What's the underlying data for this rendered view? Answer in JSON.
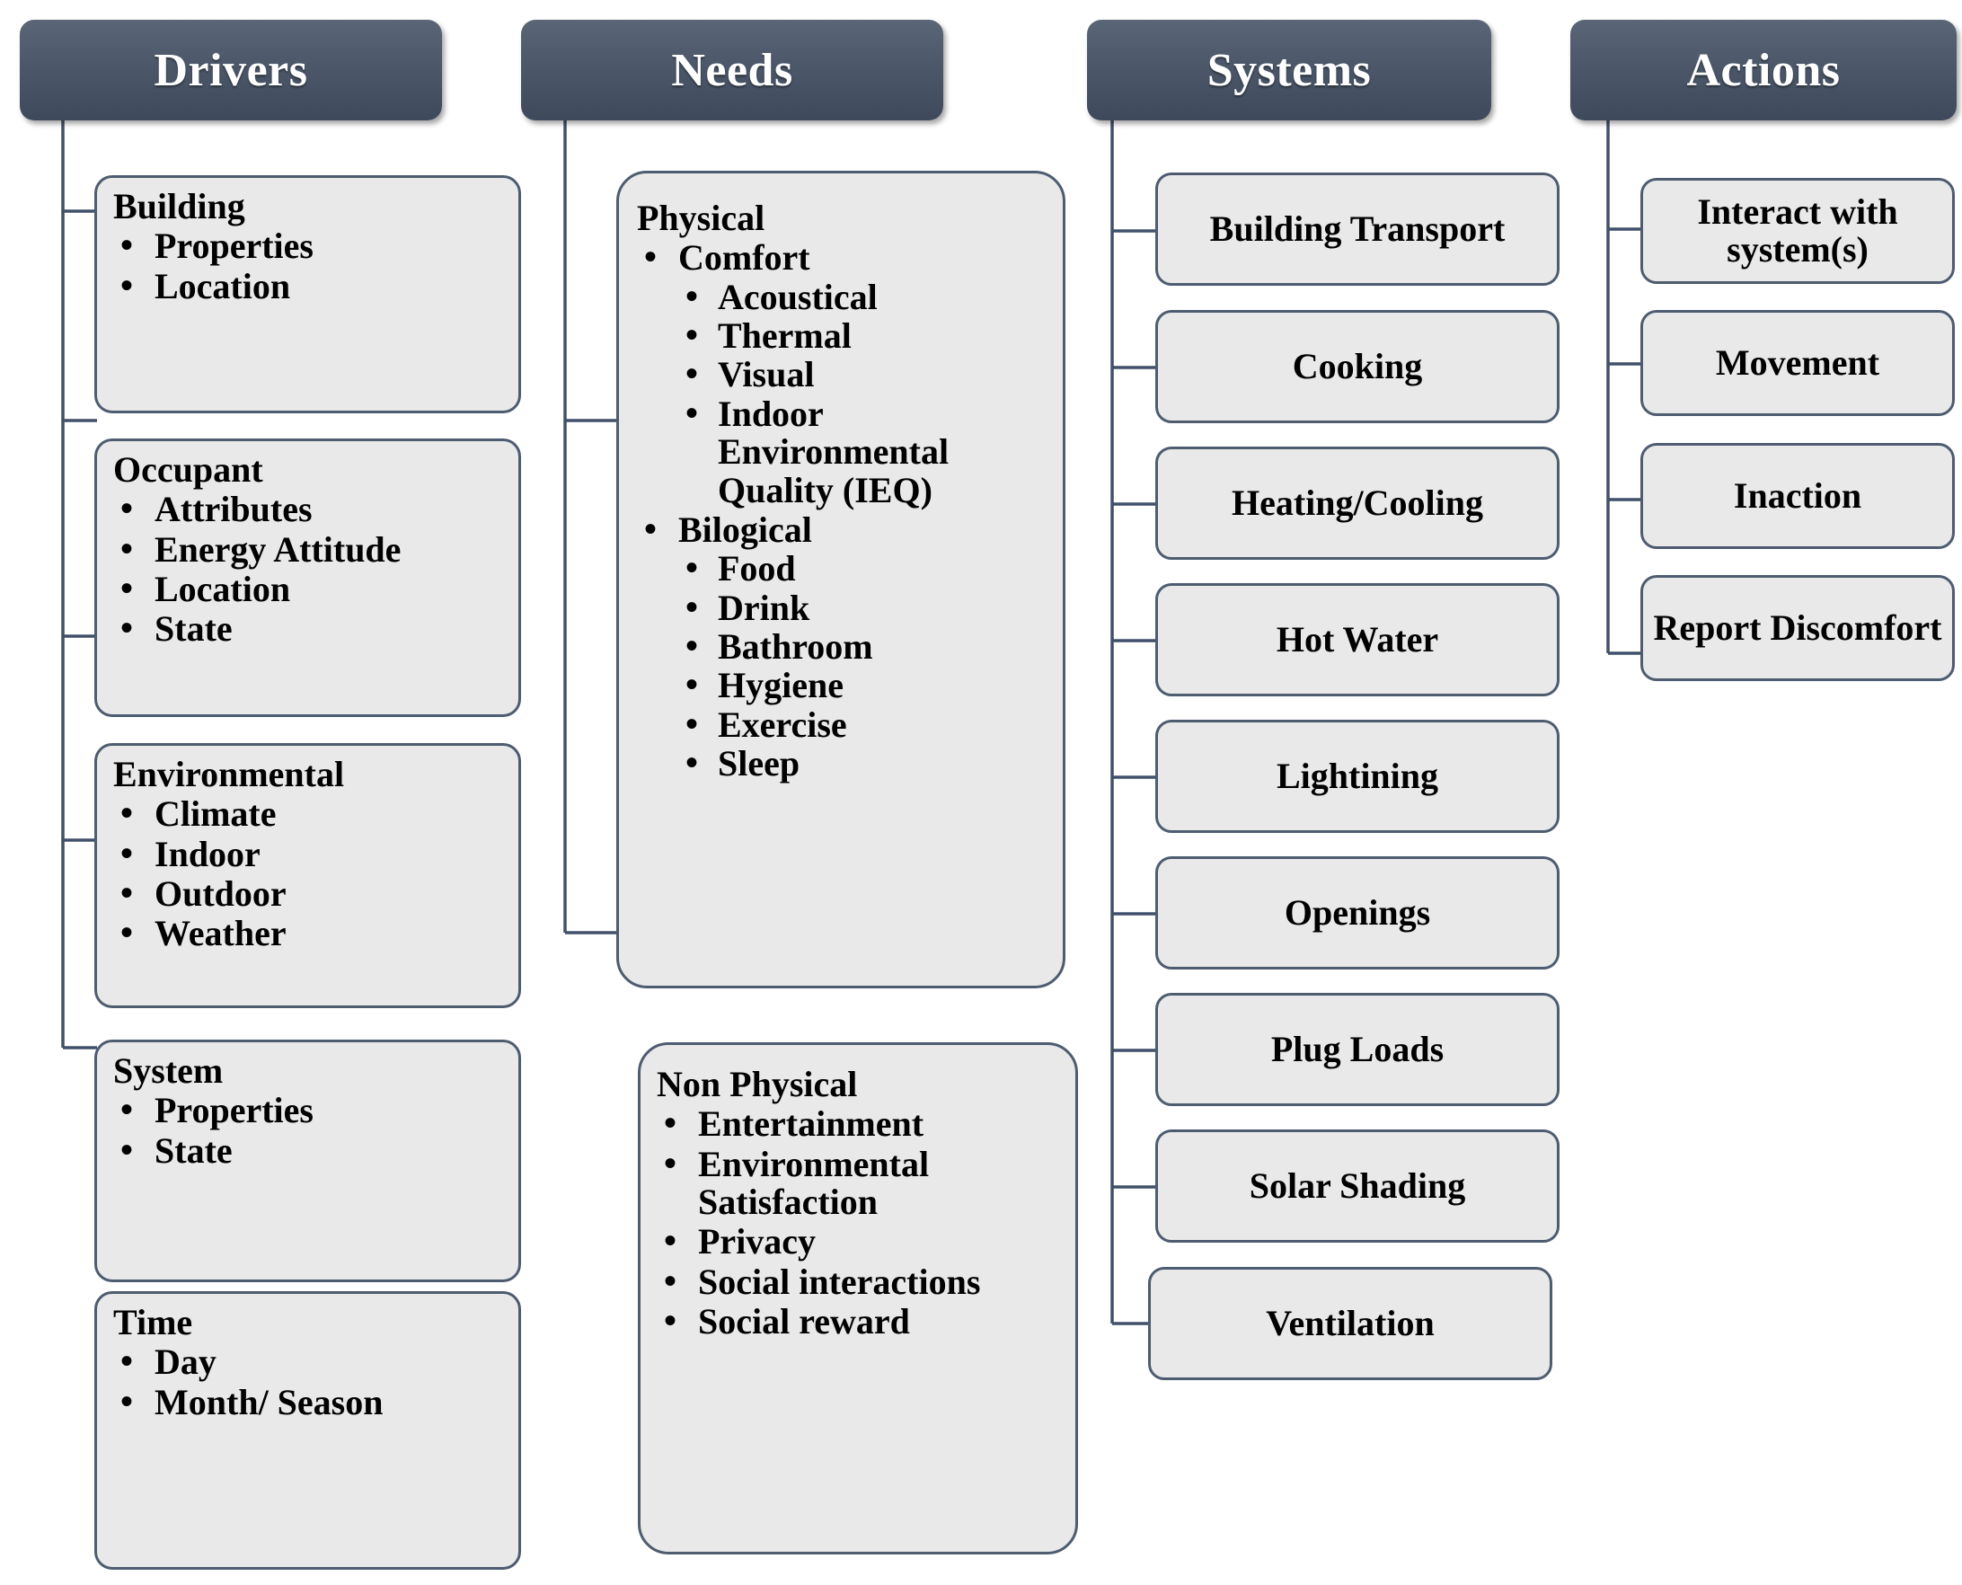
{
  "diagram": {
    "title_bar_color": "#4c586a",
    "box_fill": "#e9e9e9",
    "box_border": "#4e5c70",
    "line_color": "#41506a"
  },
  "columns": [
    {
      "header": "Drivers",
      "groups": [
        {
          "title": "Building",
          "items": [
            "Properties",
            "Location"
          ]
        },
        {
          "title": "Occupant",
          "items": [
            "Attributes",
            "Energy Attitude",
            "Location",
            "State"
          ]
        },
        {
          "title": "Environmental",
          "items": [
            "Climate",
            "Indoor",
            "Outdoor",
            "Weather"
          ]
        },
        {
          "title": "System",
          "items": [
            "Properties",
            "State"
          ]
        },
        {
          "title": "Time",
          "items": [
            "Day",
            "Month/ Season"
          ]
        }
      ]
    },
    {
      "header": "Needs",
      "groups": [
        {
          "title": "Physical",
          "items": [
            {
              "label": "Comfort",
              "children": [
                "Acoustical",
                "Thermal",
                "Visual",
                "Indoor Environmental Quality (IEQ)"
              ]
            },
            {
              "label": "Bilogical",
              "children": [
                "Food",
                "Drink",
                "Bathroom",
                "Hygiene",
                "Exercise",
                "Sleep"
              ]
            }
          ]
        },
        {
          "title": "Non Physical",
          "items": [
            {
              "label": "Entertainment",
              "children": []
            },
            {
              "label": "Environmental Satisfaction",
              "children": []
            },
            {
              "label": "Privacy",
              "children": []
            },
            {
              "label": "Social interactions",
              "children": []
            },
            {
              "label": "Social reward",
              "children": []
            }
          ]
        }
      ]
    },
    {
      "header": "Systems",
      "boxes": [
        "Building Transport",
        "Cooking",
        "Heating/Cooling",
        "Hot Water",
        "Lightining",
        "Openings",
        "Plug Loads",
        "Solar Shading",
        "Ventilation"
      ]
    },
    {
      "header": "Actions",
      "boxes": [
        "Interact with system(s)",
        "Movement",
        "Inaction",
        "Report Discomfort"
      ]
    }
  ]
}
